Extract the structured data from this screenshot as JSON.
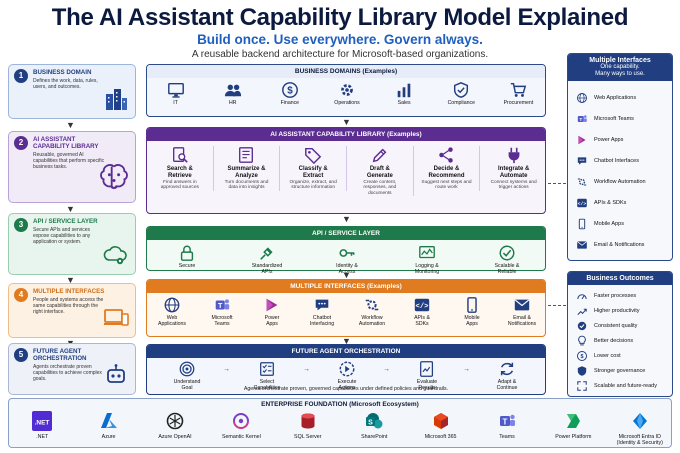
{
  "header": {
    "title": "The AI Assistant Capability Library Model Explained",
    "subtitle": "Build once. Use everywhere. Govern always.",
    "description": "A reusable backend architecture for Microsoft-based organizations."
  },
  "steps": [
    {
      "num": "1",
      "title": "BUSINESS DOMAIN",
      "desc": "Defines the work, data, rules, users, and outcomes."
    },
    {
      "num": "2",
      "title": "AI ASSISTANT CAPABILITY LIBRARY",
      "desc": "Reusable, governed AI capabilities that perform specific business tasks."
    },
    {
      "num": "3",
      "title": "API / SERVICE LAYER",
      "desc": "Secure APIs and services expose capabilities to any application or system."
    },
    {
      "num": "4",
      "title": "MULTIPLE INTERFACES",
      "desc": "People and systems access the same capabilities through the right interface."
    },
    {
      "num": "5",
      "title": "FUTURE AGENT ORCHESTRATION",
      "desc": "Agents orchestrate proven capabilities to achieve complex goals."
    }
  ],
  "domains": {
    "title": "BUSINESS DOMAINS (Examples)",
    "items": [
      "IT",
      "HR",
      "Finance",
      "Operations",
      "Sales",
      "Compliance",
      "Procurement"
    ]
  },
  "library": {
    "title": "AI ASSISTANT CAPABILITY LIBRARY (Examples)",
    "items": [
      {
        "name": "Search &\nRetrieve",
        "desc": "Find answers in approved sources"
      },
      {
        "name": "Summarize &\nAnalyze",
        "desc": "Turn documents and data into insights"
      },
      {
        "name": "Classify &\nExtract",
        "desc": "Organize, extract, and structure information"
      },
      {
        "name": "Draft &\nGenerate",
        "desc": "Create content, responses, and documents"
      },
      {
        "name": "Decide &\nRecommend",
        "desc": "Suggest next steps and route work"
      },
      {
        "name": "Integrate &\nAutomate",
        "desc": "Connect systems and trigger actions"
      }
    ]
  },
  "api": {
    "title": "API / SERVICE LAYER",
    "items": [
      "Secure",
      "Standardized\nAPIs",
      "Identity &\nAccess",
      "Logging &\nMonitoring",
      "Scalable &\nReliable"
    ]
  },
  "interfaces": {
    "title": "MULTIPLE INTERFACES (Examples)",
    "items": [
      "Web\nApplications",
      "Microsoft\nTeams",
      "Power\nApps",
      "Chatbot\nInterfacing",
      "Workflow\nAutomation",
      "APIs &\nSDKs",
      "Mobile\nApps",
      "Email &\nNotifications"
    ]
  },
  "orchestration": {
    "title": "FUTURE AGENT ORCHESTRATION",
    "steps": [
      "Understand\nGoal",
      "Select\nCapabilities",
      "Execute\nActions",
      "Evaluate\nResults",
      "Adapt &\nContinue"
    ],
    "caption": "Agents orchestrate proven, governed capabilities under defined policies and guardrails."
  },
  "right_interfaces": {
    "title": "Multiple Interfaces",
    "subtitle": "One capability.\nMany ways to use.",
    "items": [
      "Web Applications",
      "Microsoft Teams",
      "Power Apps",
      "Chatbot Interfaces",
      "Workflow Automation",
      "APIs & SDKs",
      "Mobile Apps",
      "Email & Notifications"
    ]
  },
  "outcomes": {
    "title": "Business Outcomes",
    "items": [
      "Faster processes",
      "Higher productivity",
      "Consistent quality",
      "Better decisions",
      "Lower cost",
      "Stronger governance",
      "Scalable and future-ready"
    ]
  },
  "foundation": {
    "title": "ENTERPRISE FOUNDATION (Microsoft Ecosystem)",
    "items": [
      ".NET",
      "Azure",
      "Azure OpenAI",
      "Semantic Kernel",
      "SQL Server",
      "SharePoint",
      "Microsoft 365",
      "Teams",
      "Power Platform",
      "Microsoft Entra ID\n(Identity & Security)"
    ],
    "net_label": ".NET"
  },
  "colors": {
    "navy": "#213e80",
    "purple": "#5b2d91",
    "green": "#1e7a4a",
    "orange": "#e07b1f",
    "blue": "#1f5fbf"
  }
}
